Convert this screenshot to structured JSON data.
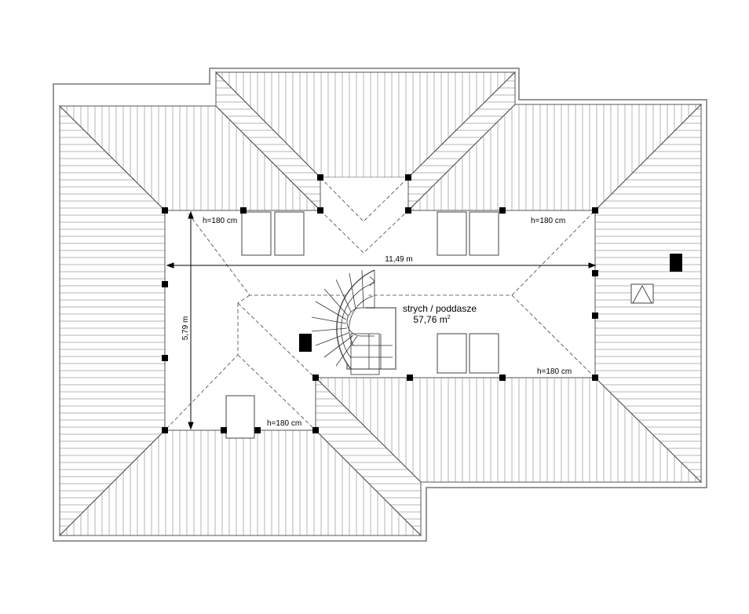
{
  "plan": {
    "room_name": "strych / poddasze",
    "room_area": "57,76 m",
    "room_area_sup": "2",
    "dim_width": "11,49 m",
    "dim_depth": "5,79 m",
    "height_labels": [
      "h=180 cm",
      "h=180 cm",
      "h=180 cm",
      "h=180 cm"
    ]
  },
  "colors": {
    "line": "#000000",
    "hatch": "#b4b4b4",
    "border": "#888888"
  }
}
